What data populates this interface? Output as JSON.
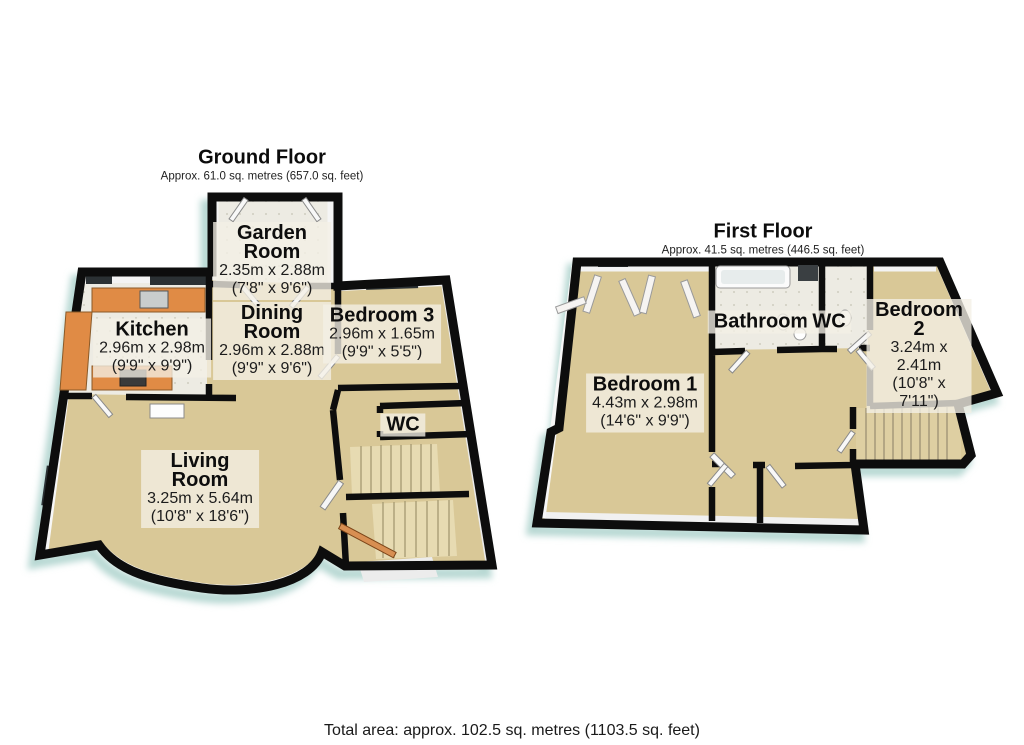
{
  "page": {
    "total_area": "Total area: approx. 102.5 sq. metres (1103.5 sq. feet)"
  },
  "colors": {
    "wall": "#0d0d0d",
    "carpet": "#d9c897",
    "tile_floor": "#edebe3",
    "kitchen_counter": "#e08b45",
    "stairs": "#e7dbb2",
    "exterior_shadow": "#b7d8d3",
    "label_background": "rgba(243,240,230,0.78)",
    "text": "#111111"
  },
  "ground_floor": {
    "title": "Ground Floor",
    "subtitle": "Approx. 61.0 sq. metres (657.0 sq. feet)",
    "rooms": [
      {
        "name": "Garden\nRoom",
        "dims_m": "2.35m x 2.88m",
        "dims_ft": "(7'8\" x 9'6\")"
      },
      {
        "name": "Kitchen",
        "dims_m": "2.96m x 2.98m",
        "dims_ft": "(9'9\" x 9'9\")"
      },
      {
        "name": "Dining\nRoom",
        "dims_m": "2.96m x 2.88m",
        "dims_ft": "(9'9\" x 9'6\")"
      },
      {
        "name": "Bedroom 3",
        "dims_m": "2.96m x 1.65m",
        "dims_ft": "(9'9\" x 5'5\")"
      },
      {
        "name": "WC"
      },
      {
        "name": "Living\nRoom",
        "dims_m": "3.25m x 5.64m",
        "dims_ft": "(10'8\" x 18'6\")"
      }
    ]
  },
  "first_floor": {
    "title": "First Floor",
    "subtitle": "Approx. 41.5 sq. metres (446.5 sq. feet)",
    "rooms": [
      {
        "name": "Bedroom 1",
        "dims_m": "4.43m x 2.98m",
        "dims_ft": "(14'6\" x 9'9\")"
      },
      {
        "name": "Bathroom"
      },
      {
        "name": "WC"
      },
      {
        "name": "Bedroom 2",
        "dims_m": "3.24m x 2.41m",
        "dims_ft": "(10'8\" x 7'11\")"
      }
    ]
  }
}
